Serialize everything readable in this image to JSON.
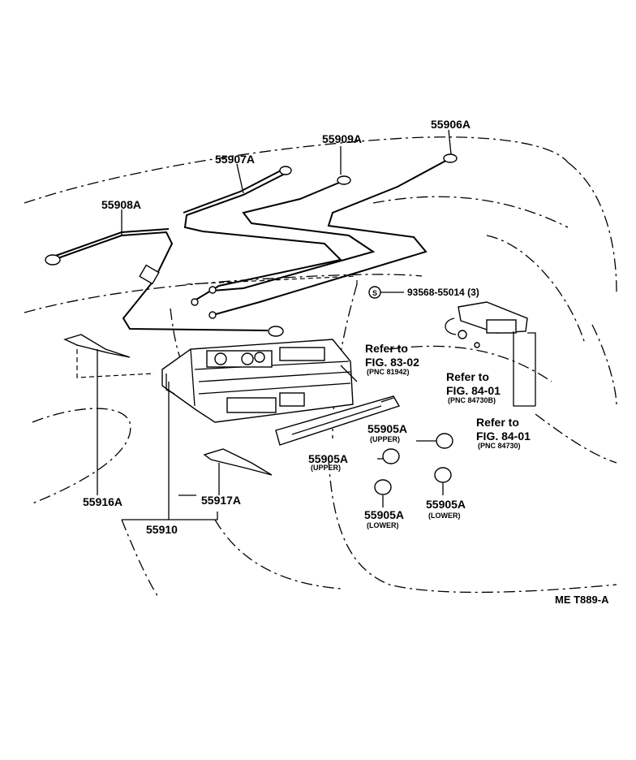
{
  "parts": {
    "p55906a": "55906A",
    "p55909a": "55909A",
    "p55907a": "55907A",
    "p55908a": "55908A",
    "p93568": "93568-55014 (3)",
    "p55905a_u1": "55905A",
    "p55905a_u1_sub": "(UPPER)",
    "p55905a_u2": "55905A",
    "p55905a_u2_sub": "(UPPER)",
    "p55905a_l1": "55905A",
    "p55905a_l1_sub": "(LOWER)",
    "p55905a_l2": "55905A",
    "p55905a_l2_sub": "(LOWER)",
    "p55916a": "55916A",
    "p55917a": "55917A",
    "p55910": "55910",
    "s_mark": "S"
  },
  "refs": {
    "r1_line1": "Refer to",
    "r1_line2": "FIG. 83-02",
    "r1_sub": "(PNC 81942)",
    "r2_line1": "Refer to",
    "r2_line2": "FIG. 84-01",
    "r2_sub": "(PNC 84730B)",
    "r3_line1": "Refer to",
    "r3_line2": "FIG. 84-01",
    "r3_sub": "(PNC 84730)"
  },
  "code": "ME T889-A"
}
